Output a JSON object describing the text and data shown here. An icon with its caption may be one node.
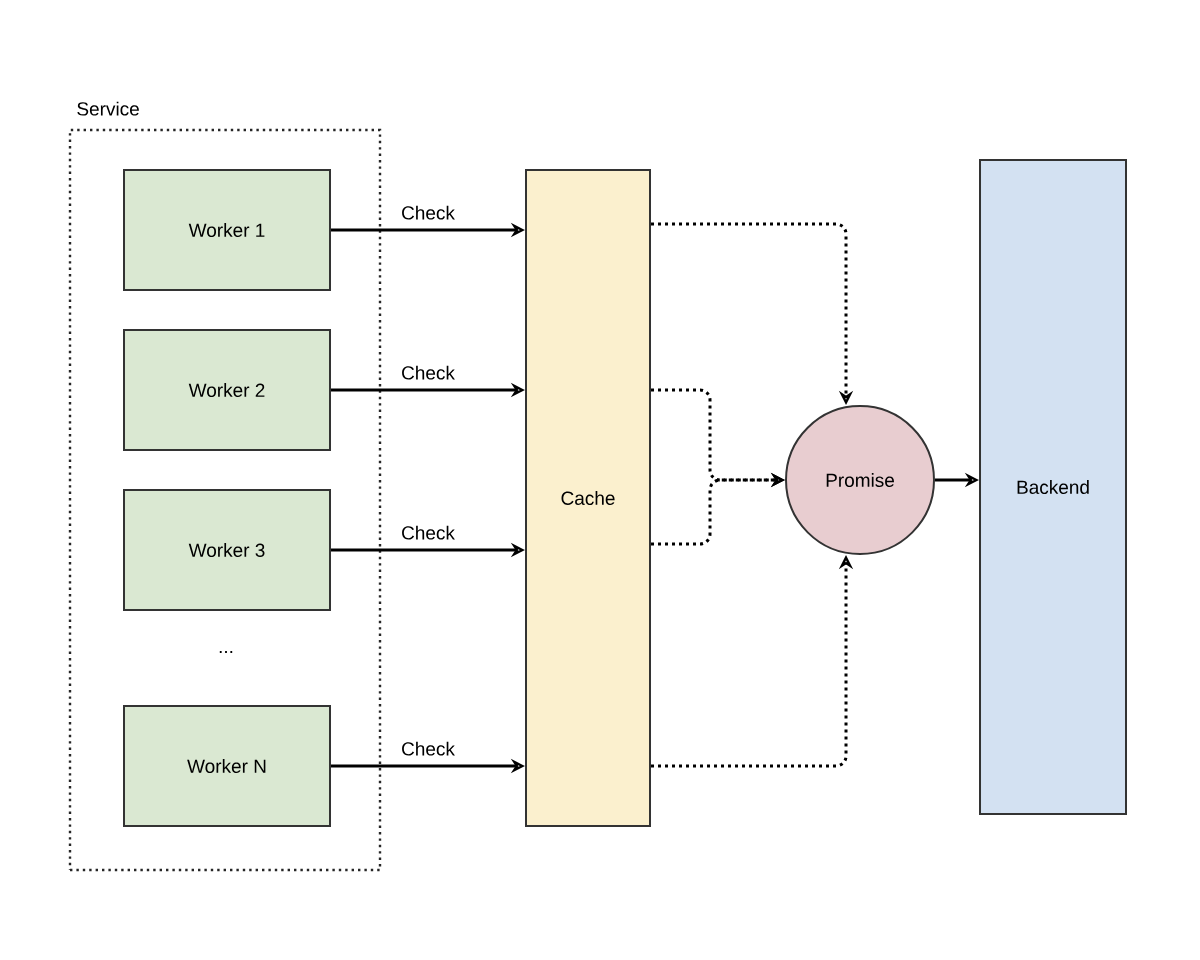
{
  "diagram": {
    "nodes": [
      {
        "text": [
          "Service"
        ]
      },
      {
        "text": [
          "Worker 1"
        ],
        "in": 0
      },
      {
        "text": [
          "Worker 2"
        ],
        "in": 0
      },
      {
        "text": [
          "Worker 3"
        ],
        "in": 0
      },
      {
        "text": [
          "Worker N"
        ],
        "in": 0
      },
      {
        "text": [
          "Cache"
        ]
      },
      {
        "text": [
          "Promise"
        ]
      },
      {
        "text": [
          "Backend"
        ]
      }
    ],
    "edges": [
      {
        "from": 1,
        "to": 5,
        "arrow": "to",
        "label": "Check"
      },
      {
        "from": 2,
        "to": 5,
        "arrow": "to",
        "label": "Check"
      },
      {
        "from": 3,
        "to": 5,
        "arrow": "to",
        "label": "Check"
      },
      {
        "from": 4,
        "to": 5,
        "arrow": "to",
        "label": "Check"
      },
      {
        "from": 5,
        "to": 6,
        "arrow": "to",
        "style": "dashed"
      },
      {
        "from": 5,
        "to": 6,
        "arrow": "to",
        "style": "dashed"
      },
      {
        "from": 5,
        "to": 6,
        "arrow": "to",
        "style": "dashed"
      },
      {
        "from": 5,
        "to": 6,
        "arrow": "to",
        "style": "dashed"
      },
      {
        "from": 6,
        "to": 7,
        "arrow": "to"
      }
    ],
    "labels": [
      "..."
    ]
  }
}
